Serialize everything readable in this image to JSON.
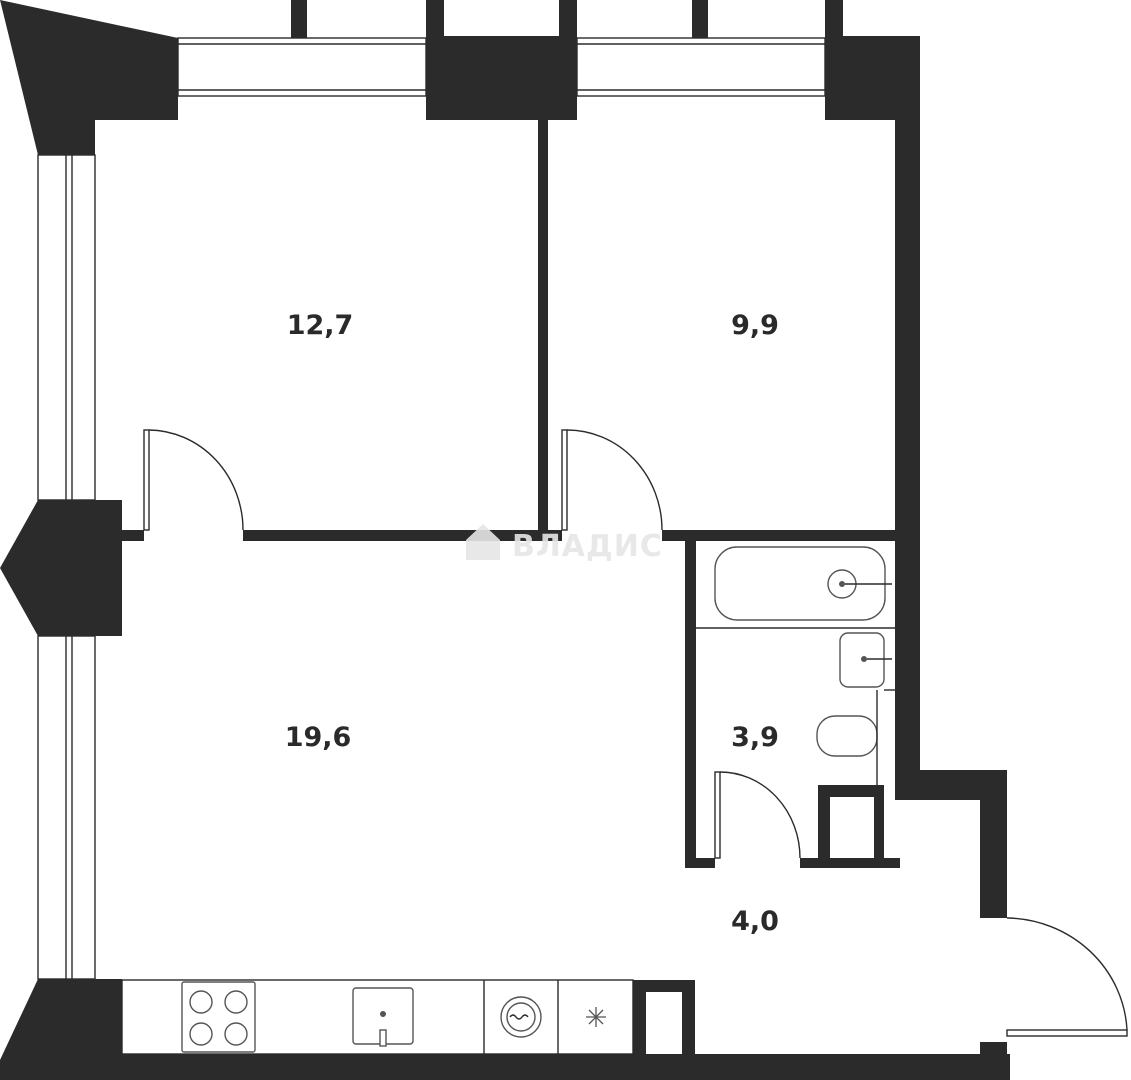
{
  "plan": {
    "rooms": [
      {
        "id": "bedroom-1",
        "area": "12,7"
      },
      {
        "id": "bedroom-2",
        "area": "9,9"
      },
      {
        "id": "living-kitchen",
        "area": "19,6"
      },
      {
        "id": "bathroom",
        "area": "3,9"
      },
      {
        "id": "hallway",
        "area": "4,0"
      }
    ],
    "watermark": "ВЛАДИС",
    "colors": {
      "wall": "#2b2b2b",
      "background": "#ffffff",
      "fixture_stroke": "#555555",
      "watermark": "#e6e6e6"
    }
  }
}
